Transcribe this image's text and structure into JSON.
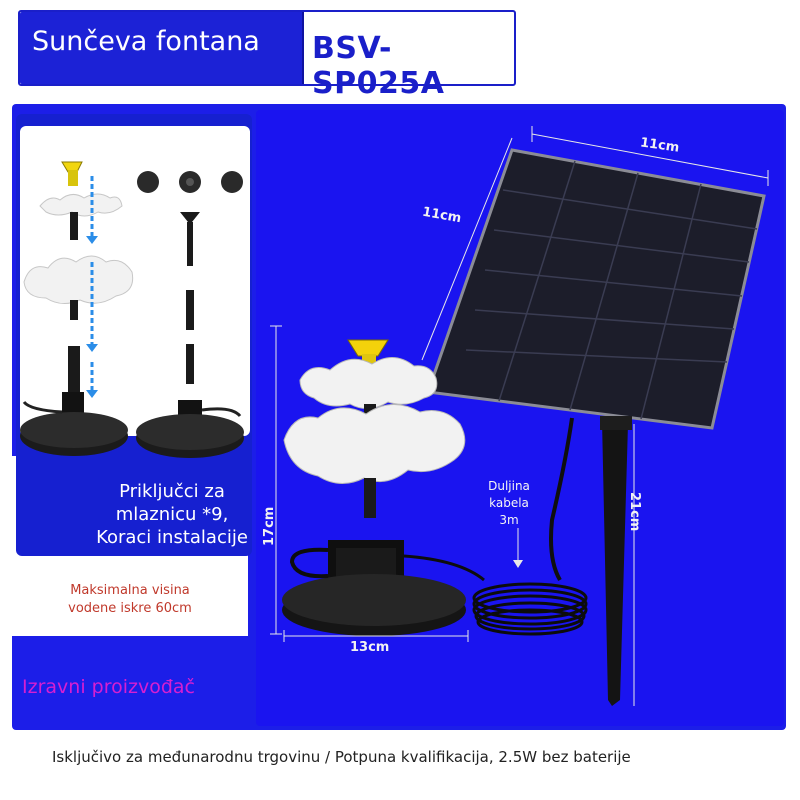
{
  "header": {
    "title": "Sunčeva fontana",
    "model": "BSV-SP025A"
  },
  "install_caption": {
    "line1": "Priključci za",
    "line2": "mlaznicu *9,",
    "line3": "Koraci instalacije"
  },
  "max_height": {
    "line1": "Maksimalna visina",
    "line2": "vodene iskre 60cm"
  },
  "manufacturer": "Izravni proizvođač",
  "dimensions": {
    "panel_width": "11cm",
    "panel_height": "11cm",
    "stake_length": "21cm",
    "fountain_height": "17cm",
    "base_width": "13cm"
  },
  "cable": {
    "line1": "Duljina",
    "line2": "kabela",
    "line3": "3m"
  },
  "footer": "Isključivo za međunarodnu trgovinu / Potpuna kvalifikacija, 2.5W bez baterije",
  "colors": {
    "brand_blue": "#1c22d6",
    "panel_blue": "#1a14f0",
    "manufacturer_text": "#d61fd1",
    "max_height_text": "#c0392b"
  }
}
